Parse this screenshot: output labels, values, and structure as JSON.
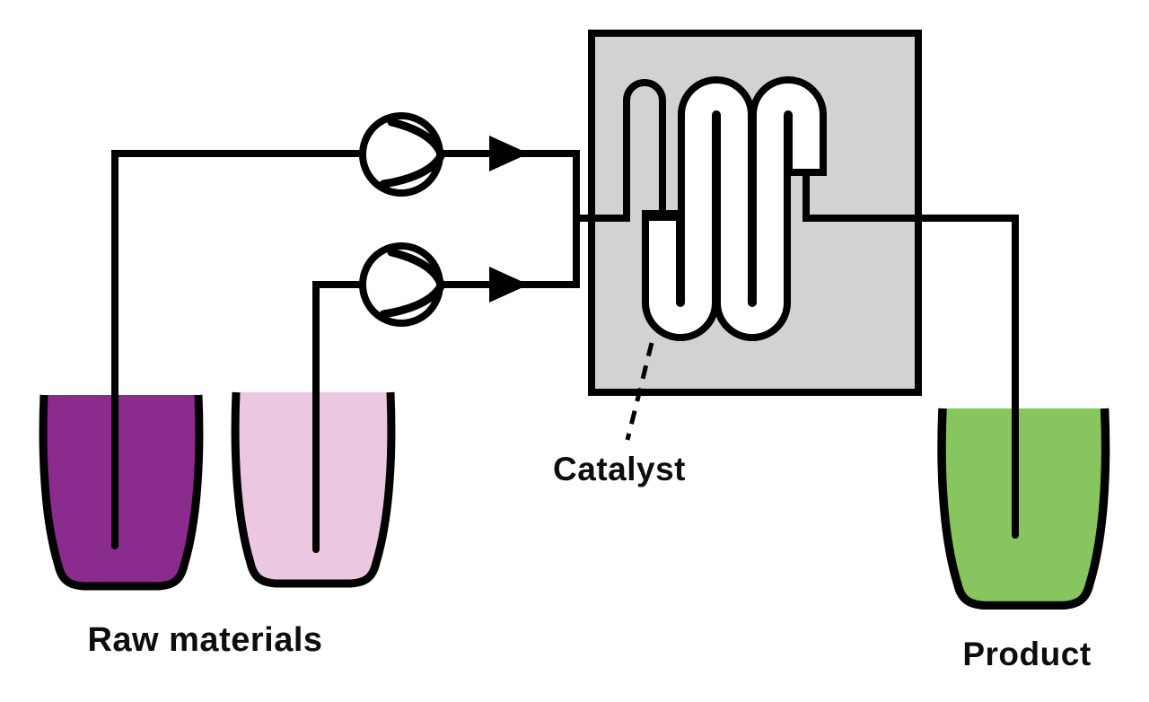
{
  "labels": {
    "raw_materials": "Raw materials",
    "catalyst": "Catalyst",
    "product": "Product"
  },
  "colors": {
    "raw_material_1": "#8a2b8d",
    "raw_material_2": "#ebc7e2",
    "product": "#87c55e",
    "reactor_body": "#d2d2d2",
    "channel": "#ffffff",
    "pump_body": "#ffffff",
    "line": "#000000"
  }
}
